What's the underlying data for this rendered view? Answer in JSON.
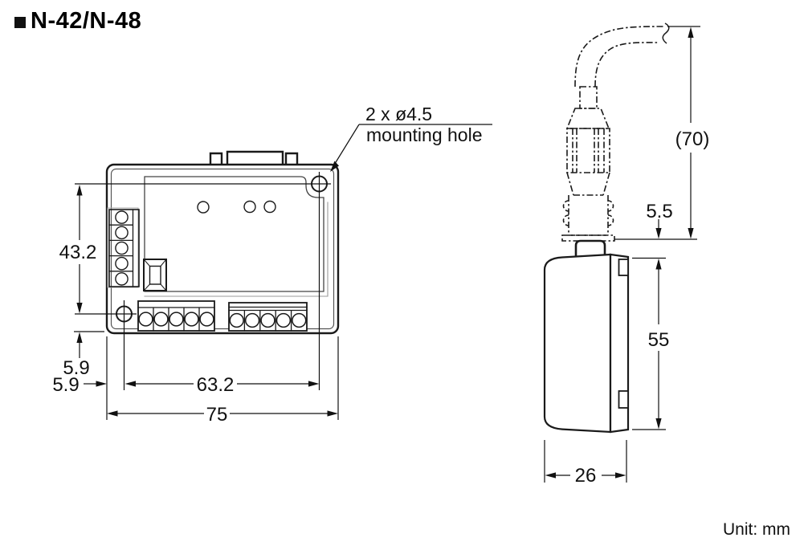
{
  "title": {
    "model": "N-42/N-48"
  },
  "unit_note": "Unit: mm",
  "front_view": {
    "callout": {
      "line1": "2 x ø4.5",
      "line2": "mounting hole"
    },
    "dims": {
      "hole_to_hole_height": "43.2",
      "hole_offset_vertical": "5.9",
      "hole_offset_horizontal": "5.9",
      "hole_spacing_width": "63.2",
      "overall_width": "75"
    }
  },
  "side_view": {
    "dims": {
      "cable_clearance_height": "(70)",
      "socket_boss_height": "5.5",
      "body_height": "55",
      "body_depth": "26"
    }
  },
  "colors": {
    "line": "#1a1a1a",
    "background": "#ffffff"
  }
}
